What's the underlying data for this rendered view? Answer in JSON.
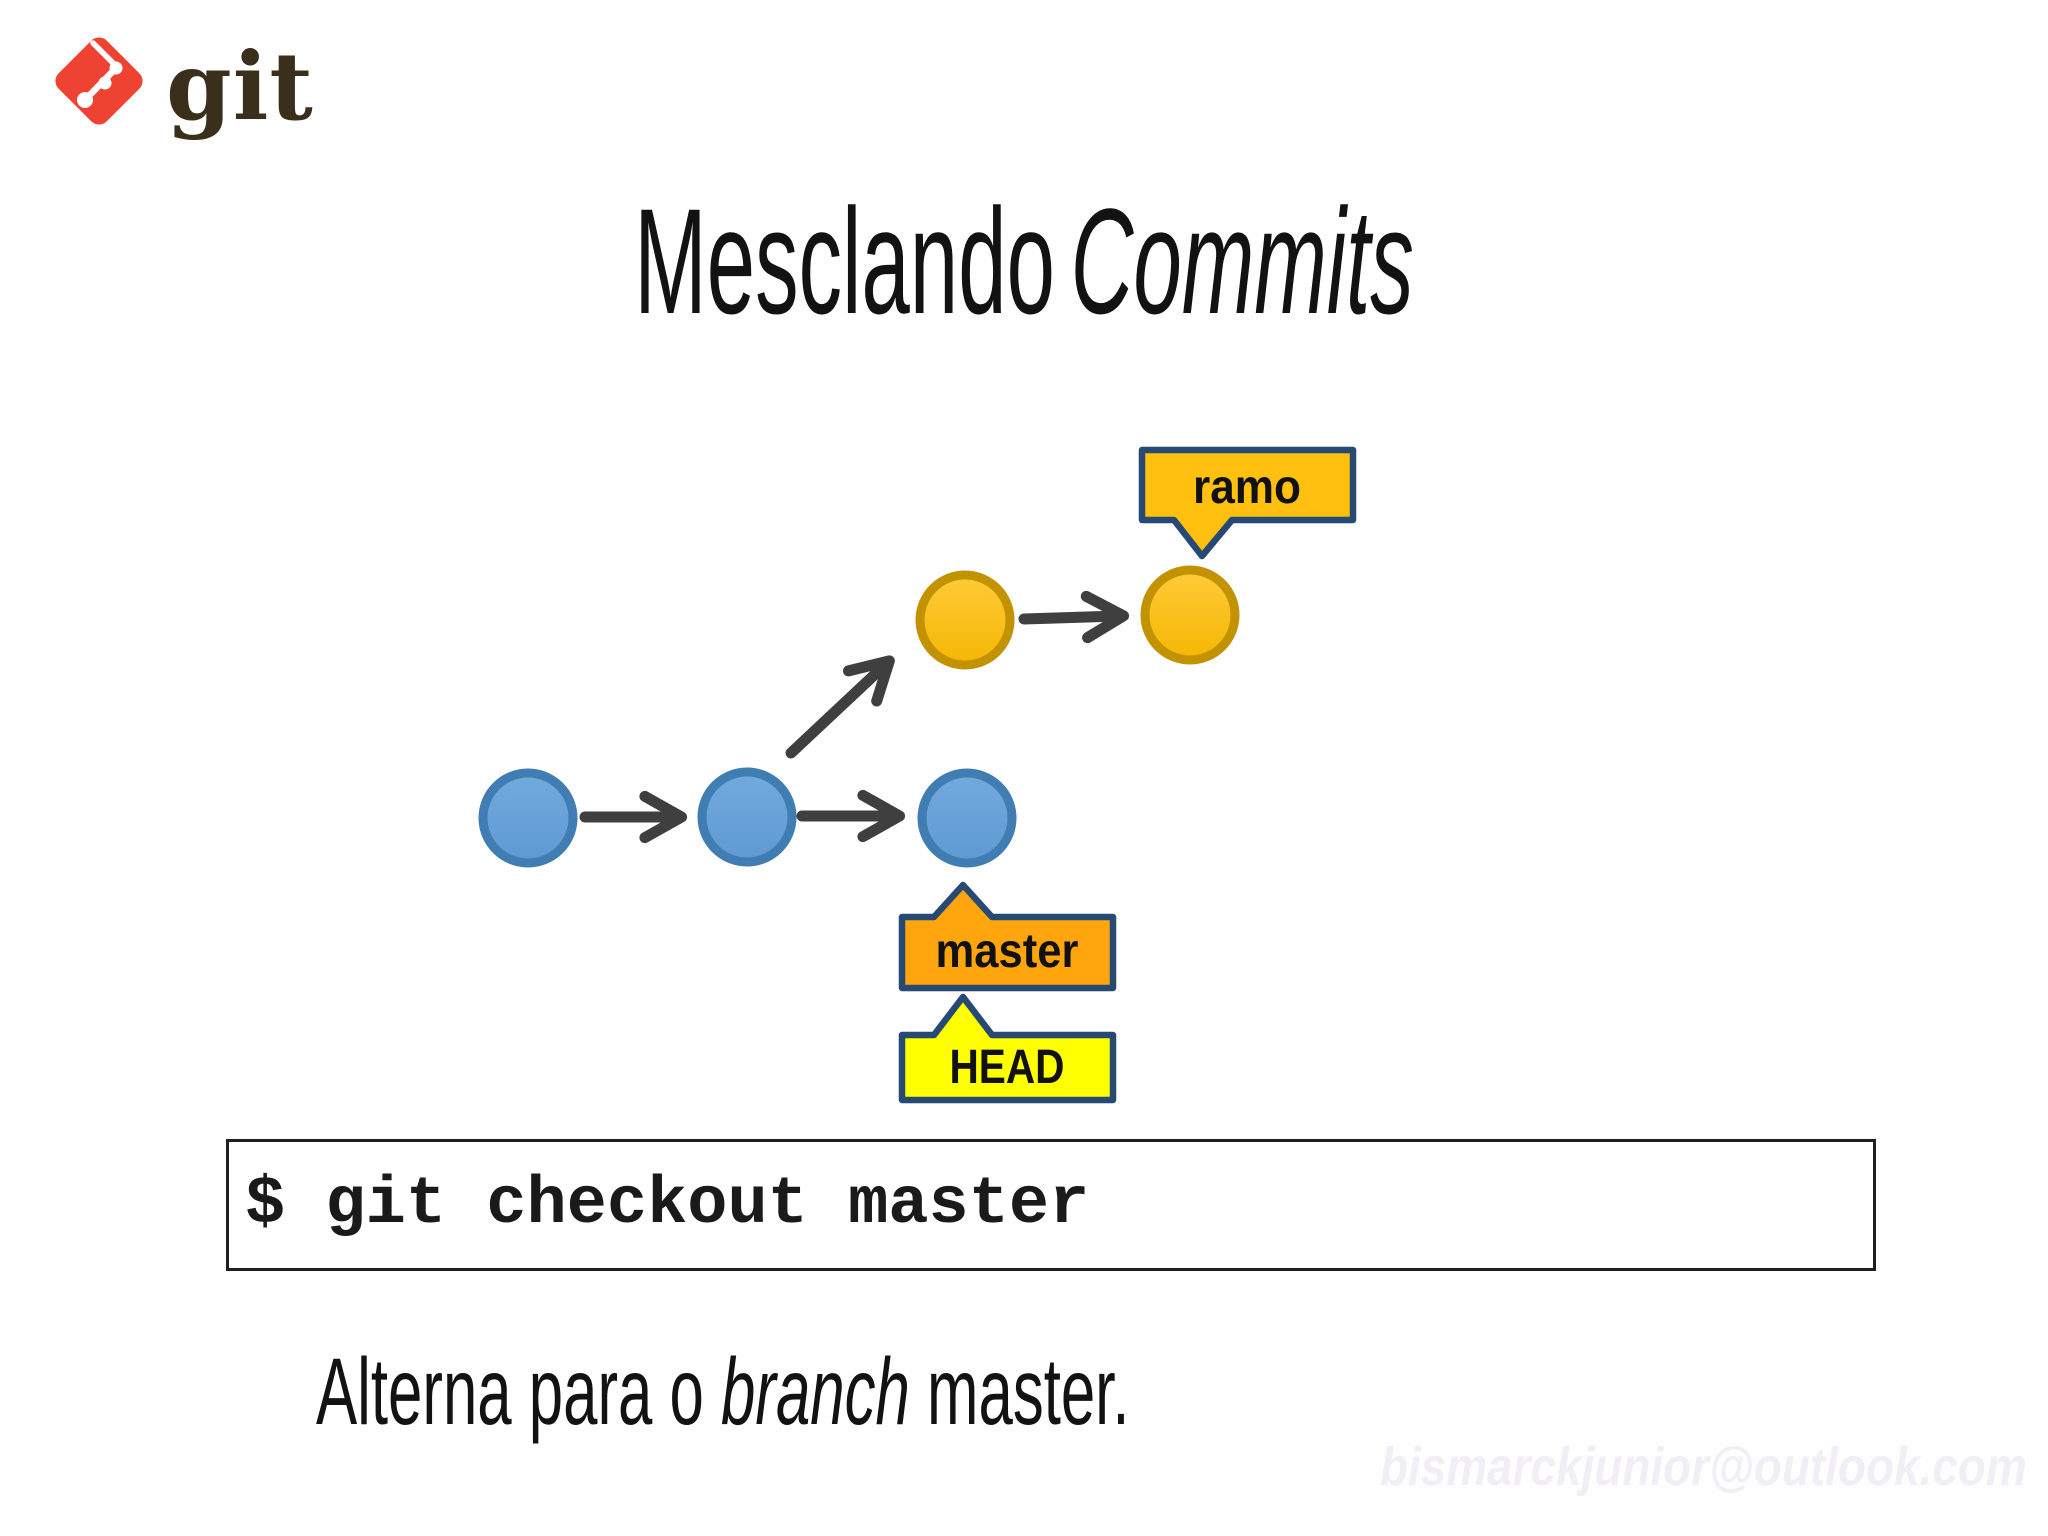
{
  "logo": {
    "wordmark": "git",
    "icon_color": "#EE4232"
  },
  "title": {
    "text_regular": "Mesclando",
    "text_italic": "Commits"
  },
  "diagram": {
    "master_branch_commits": 3,
    "feature_branch_commits": 2,
    "labels": {
      "ramo": "ramo",
      "master": "master",
      "head": "HEAD"
    },
    "colors": {
      "master_commit_fill": "#67A2D8",
      "master_commit_stroke": "#3F7DB2",
      "branch_commit_fill": "#FCBE12",
      "branch_commit_stroke": "#C29200",
      "ramo_label_fill": "#FFC010",
      "master_label_fill": "#FFA60F",
      "head_label_fill": "#FFFF00",
      "label_border": "#264A73",
      "arrow": "#3F3F3F"
    }
  },
  "terminal": {
    "command": "$ git checkout master"
  },
  "caption": {
    "prefix": "Alterna para o ",
    "italic": "branch",
    "suffix": " master."
  },
  "watermark": "bismarckjunior@outlook.com"
}
